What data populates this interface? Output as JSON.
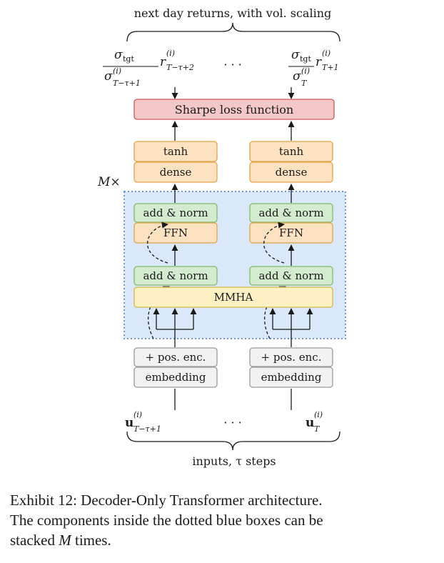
{
  "top_brace_label": "next day returns, with vol. scaling",
  "bottom_brace_label": "inputs, τ steps",
  "stack_label": "M×",
  "ellipsis": "· · ·",
  "outputs": {
    "left": {
      "numerator": "σ",
      "numerator_sub": "tgt",
      "denominator": "σ",
      "denominator_sup": "(i)",
      "denominator_sub": "T−τ+1",
      "r": "r",
      "r_sup": "(i)",
      "r_sub": "T−τ+2"
    },
    "right": {
      "numerator": "σ",
      "numerator_sub": "tgt",
      "denominator": "σ",
      "denominator_sup": "(i)",
      "denominator_sub": "T",
      "r": "r",
      "r_sup": "(i)",
      "r_sub": "T+1"
    }
  },
  "inputs": {
    "left": {
      "u": "u",
      "sup": "(i)",
      "sub": "T−τ+1"
    },
    "right": {
      "u": "u",
      "sup": "(i)",
      "sub": "T"
    }
  },
  "blocks": {
    "loss": "Sharpe loss function",
    "tanh": "tanh",
    "dense": "dense",
    "add_norm": "add & norm",
    "ffn": "FFN",
    "mmha": "MMHA",
    "pos_enc": "+ pos. enc.",
    "embedding": "embedding"
  },
  "colors": {
    "loss_fill": "#f4c7c9",
    "loss_stroke": "#c9585e",
    "orange_fill": "#fde2c2",
    "orange_stroke": "#e0a44a",
    "green_fill": "#d5ebcf",
    "green_stroke": "#82b86c",
    "yellow_fill": "#fdf0c2",
    "yellow_stroke": "#d9b54a",
    "gray_fill": "#f2f2f2",
    "gray_stroke": "#9a9a9a",
    "stack_fill": "#dbe8fa",
    "stack_stroke": "#6f95d6"
  },
  "caption": {
    "line1": "Exhibit 12: Decoder-Only Transformer architecture.",
    "line2": "The components inside the dotted blue boxes can be",
    "line3_pre": "stacked ",
    "line3_var": "M",
    "line3_post": " times."
  }
}
